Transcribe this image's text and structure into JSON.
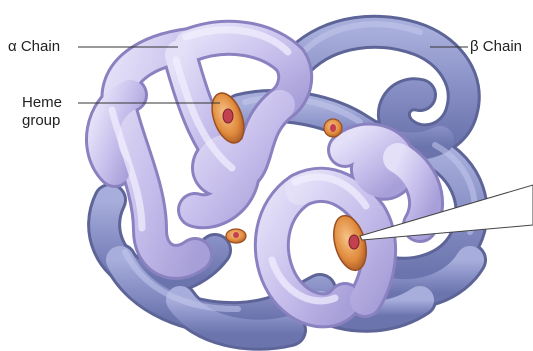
{
  "labels": {
    "alpha_chain": "α Chain",
    "beta_chain": "β Chain",
    "heme_line1": "Heme",
    "heme_line2": "group"
  },
  "colors": {
    "alpha_chain": "#c9c2ec",
    "beta_chain": "#8d95c9",
    "heme_disc": "#e08a3c",
    "heme_iron": "#c2404f",
    "leader_line": "#333333"
  }
}
